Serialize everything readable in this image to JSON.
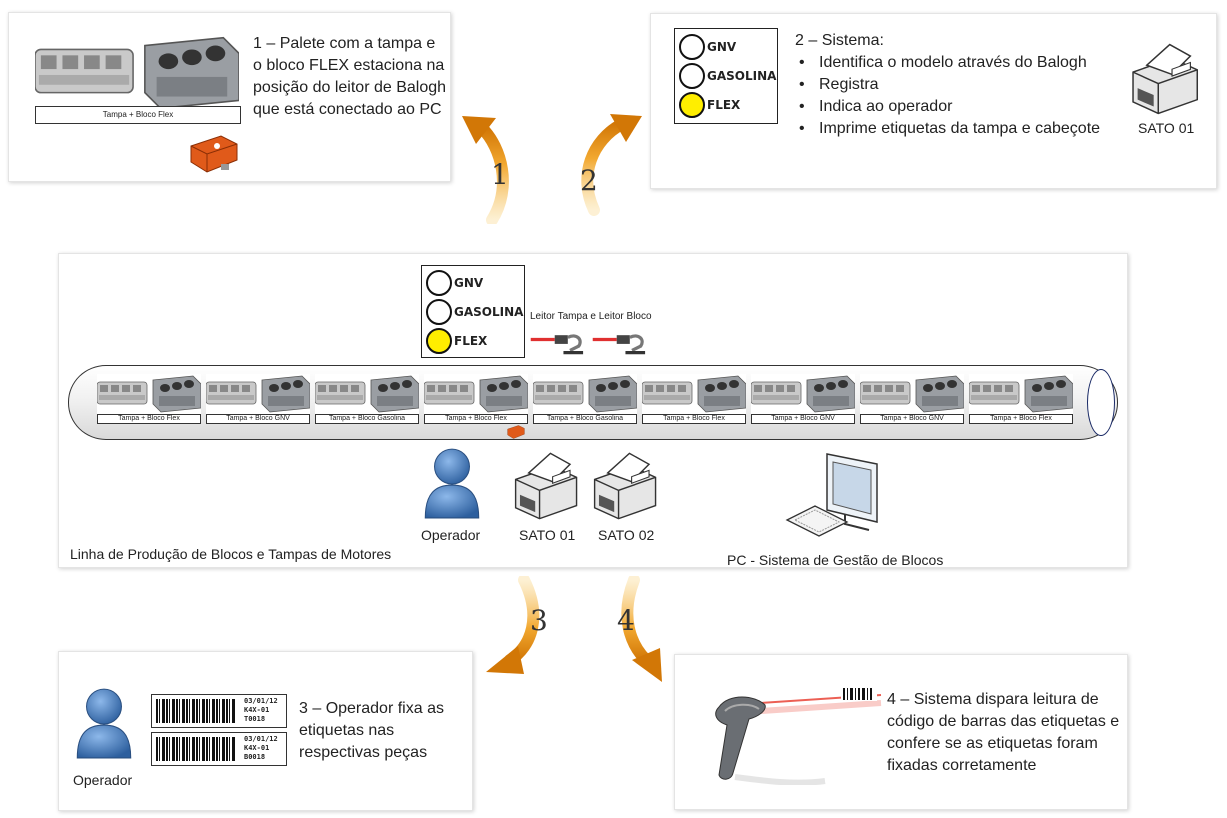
{
  "step1": {
    "text": "1 – Palete com a tampa e o bloco FLEX estaciona na posição do leitor de Balogh que está conectado ao PC",
    "engine_caption": "Tampa + Bloco Flex"
  },
  "step2": {
    "title": "2 – Sistema:",
    "bullets": [
      "Identifica o modelo através do Balogh",
      "Registra",
      "Indica ao operador",
      "Imprime etiquetas da tampa e cabeçote"
    ],
    "printer_label": "SATO 01",
    "status": {
      "gnv": "GNV",
      "gasolina": "GASOLINA",
      "flex": "FLEX",
      "active": "FLEX"
    }
  },
  "arrows": {
    "n1": "1",
    "n2": "2",
    "n3": "3",
    "n4": "4"
  },
  "line": {
    "status": {
      "gnv": "GNV",
      "gasolina": "GASOLINA",
      "flex": "FLEX",
      "active": "FLEX"
    },
    "reader_label": "Leitor Tampa e Leitor Bloco",
    "pallets": [
      "Tampa + Bloco Flex",
      "Tampa + Bloco GNV",
      "Tampa + Bloco Gasolina",
      "Tampa + Bloco Flex",
      "Tampa + Bloco Gasolina",
      "Tampa + Bloco Flex",
      "Tampa + Bloco GNV",
      "Tampa + Bloco GNV",
      "Tampa + Bloco Flex"
    ],
    "operator_label": "Operador",
    "printer1_label": "SATO 01",
    "printer2_label": "SATO 02",
    "line_title": "Linha de Produção de Blocos e Tampas de Motores",
    "pc_label": "PC - Sistema de Gestão de Blocos"
  },
  "step3": {
    "text": "3 – Operador fixa as etiquetas nas respectivas peças",
    "operator_label": "Operador",
    "label1": "03/01/12\nK4X-01\nT0018",
    "label2": "03/01/12\nK4X-01\nB0018"
  },
  "step4": {
    "text": "4 – Sistema dispara leitura de código de barras das etiquetas e confere se as etiquetas foram fixadas corretamente"
  },
  "colors": {
    "arrow": "#e08a10",
    "flex_on": "#ffee00",
    "operator": "#4a7fc1"
  }
}
